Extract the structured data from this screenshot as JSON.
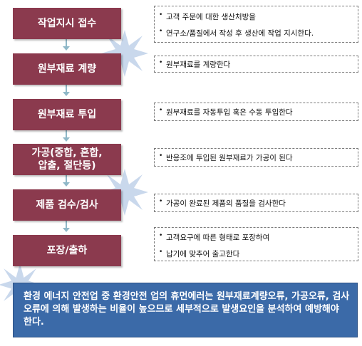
{
  "colors": {
    "step_fill": "#8b3a4e",
    "connector": "#8fb8c8",
    "note_fill": "#3b6aa8",
    "burst_fill": "#c9d8ec"
  },
  "steps": [
    {
      "label": "작업지시 접수",
      "notes": [
        "고객 주문에 대한  생산처방을",
        "연구소/품질에서 작성 후 생산에 작업 지시한다."
      ]
    },
    {
      "label": "원부재료 계량",
      "notes": [
        "원부재료를 계량한다"
      ]
    },
    {
      "label": "원부재료 투입",
      "notes": [
        "원부재료를 자동투입 혹은 수동 투입한다"
      ]
    },
    {
      "label_line1": "가공(중합, 혼합,",
      "label_line2": "압출, 절단등)",
      "notes": [
        "반응조에 투입된 원부재료가 가공이 된다"
      ]
    },
    {
      "label": "제품 검수/검사",
      "notes": [
        "가공이 완료된 제품의  품질을 검사한다"
      ]
    },
    {
      "label": "포장/출하",
      "notes": [
        "고객요구에 따른 형태로 포장하여",
        "납기에 맞추어 출고한다"
      ]
    }
  ],
  "summary": "환경 에너지 안전업 중 환경안전 업의 휴먼에러는 원부재료계량오류, 가공오류, 검사오류에 의해 발생하는 비율이 높으므로 세부적으로 발생요인을 분석하여 예방해야 한다."
}
